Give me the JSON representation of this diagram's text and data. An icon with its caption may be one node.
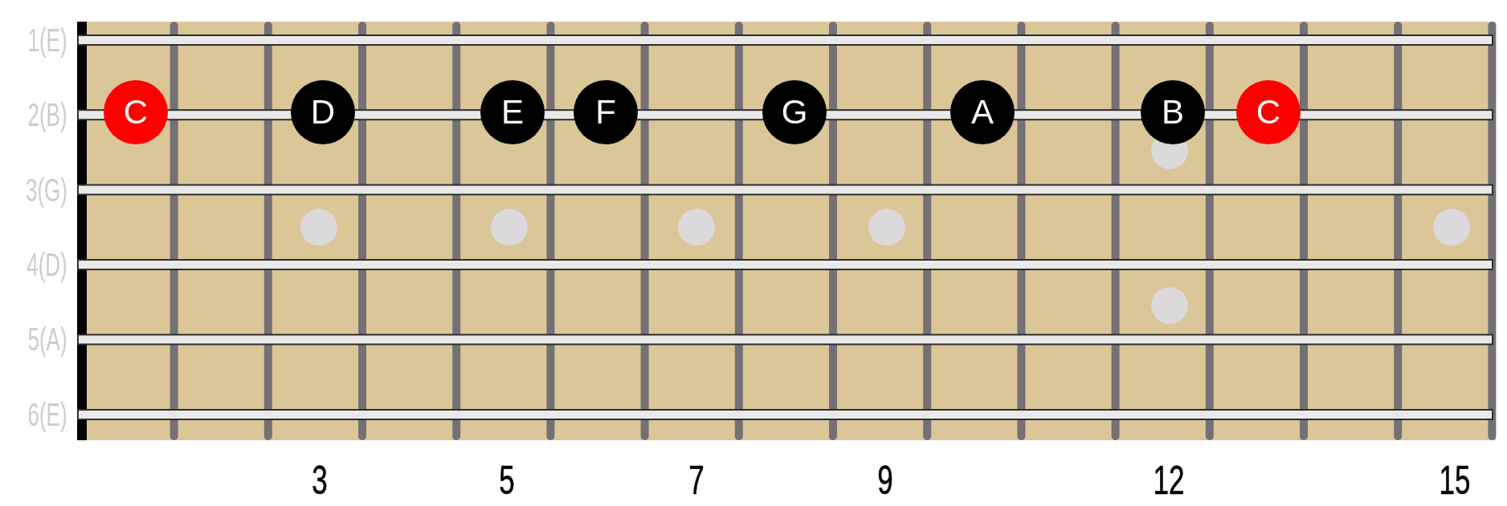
{
  "diagram": {
    "nodes": [
      {
        "text": [
          "C"
        ]
      },
      {
        "text": [
          "D"
        ]
      },
      {
        "text": [
          "E"
        ]
      },
      {
        "text": [
          "F"
        ]
      },
      {
        "text": [
          "G"
        ]
      },
      {
        "text": [
          "A"
        ]
      },
      {
        "text": [
          "B"
        ]
      },
      {
        "text": [
          "C"
        ]
      }
    ],
    "labels": [
      "1(E)",
      "2(B)",
      "3(G)",
      "4(D)",
      "5(A)",
      "6(E)",
      "3",
      "5",
      "7",
      "9",
      "12",
      "15"
    ]
  }
}
